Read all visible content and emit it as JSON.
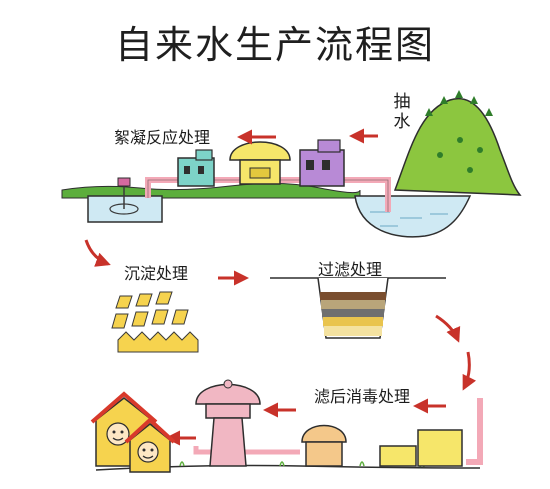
{
  "title": "自来水生产流程图",
  "labels": {
    "pumping": "抽水",
    "coagulation": "絮凝反应处理",
    "sedimentation": "沉淀处理",
    "filtration": "过滤处理",
    "disinfection": "滤后消毒处理"
  },
  "colors": {
    "arrow": "#c8322a",
    "grass": "#5cae3c",
    "water": "#cfe9f3",
    "hill": "#8cc63f",
    "sand": "#f4d36b",
    "pipe": "#f3a9b7",
    "tower_pink": "#f1b7c3",
    "tank_yellow": "#f6e66a",
    "building_purple": "#b88ad6"
  }
}
